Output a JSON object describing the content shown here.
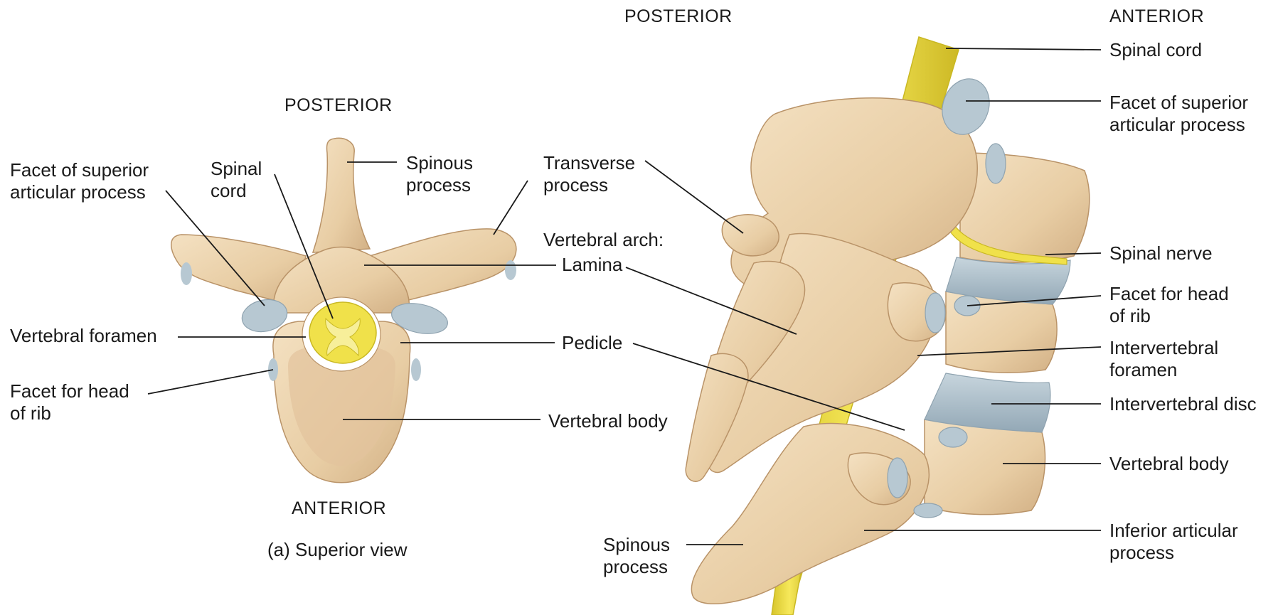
{
  "colors": {
    "bone": "#ecd3ad",
    "bone_shadow": "#d4b48a",
    "bone_dark": "#b99368",
    "cartilage": "#b7c8d2",
    "cord": "#f0e14a",
    "cord_dark": "#c9b823",
    "text": "#1a1a1a"
  },
  "superior_view": {
    "orientation_top": "POSTERIOR",
    "orientation_bottom": "ANTERIOR",
    "caption": "(a) Superior view",
    "labels": {
      "facet_superior_articular": "Facet of superior\narticular process",
      "spinal_cord": "Spinal\ncord",
      "spinous_process": "Spinous\nprocess",
      "transverse_process": "Transverse\nprocess",
      "vertebral_arch": "Vertebral arch:",
      "lamina": "Lamina",
      "vertebral_foramen": "Vertebral foramen",
      "pedicle": "Pedicle",
      "facet_head_rib": "Facet for head\nof rib",
      "vertebral_body": "Vertebral body"
    }
  },
  "lateral_view": {
    "orientation_left": "POSTERIOR",
    "orientation_right": "ANTERIOR",
    "labels": {
      "spinal_cord": "Spinal cord",
      "facet_superior_articular": "Facet of superior\narticular process",
      "spinal_nerve": "Spinal nerve",
      "facet_head_rib": "Facet for head\nof rib",
      "intervertebral_foramen": "Intervertebral\nforamen",
      "intervertebral_disc": "Intervertebral disc",
      "vertebral_body": "Vertebral body",
      "inferior_articular_process": "Inferior articular\nprocess",
      "spinous_process": "Spinous\nprocess"
    }
  }
}
